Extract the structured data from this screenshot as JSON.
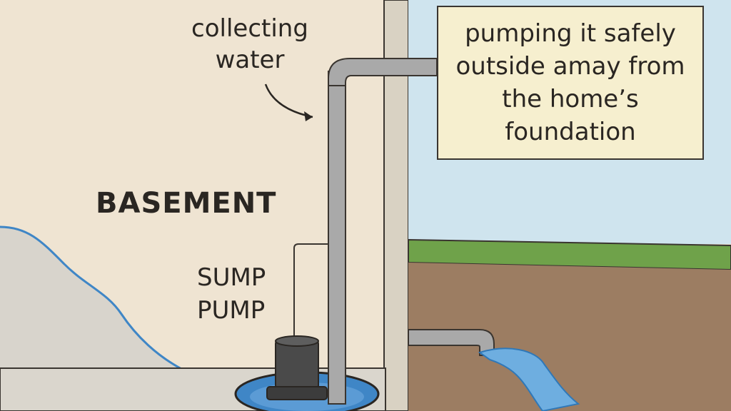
{
  "labels": {
    "collecting_water": "collecting water",
    "basement": "BASEMENT",
    "sump_line1": "SUMP",
    "sump_line2": "PUMP"
  },
  "callout": {
    "text": "pumping it safely outside amay from the home’s foundation"
  },
  "colors": {
    "basement_wall": "#efe4d2",
    "sky": "#cfe4ee",
    "grass": "#6fa24a",
    "soil": "#9c7d62",
    "water": "#5b9bd5",
    "pipe": "#a9a9a9",
    "pump": "#4a4a4a",
    "callout_bg": "#f6efcf"
  }
}
